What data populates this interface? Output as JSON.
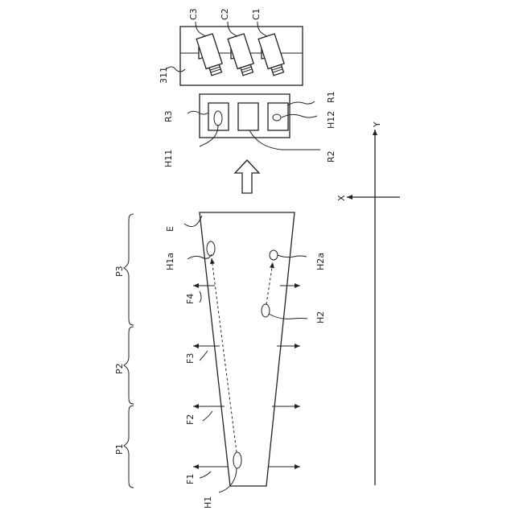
{
  "labels": {
    "c3": "C3",
    "c2": "C2",
    "c1": "C1",
    "l311": "311",
    "r3": "R3",
    "r1": "R1",
    "h12": "H12",
    "h11": "H11",
    "r2": "R2",
    "y": "Y",
    "x": "X",
    "e": "E",
    "p3": "P3",
    "p2": "P2",
    "p1": "P1",
    "h1a": "H1a",
    "h2a": "H2a",
    "f4": "F4",
    "h2": "H2",
    "f3": "F3",
    "f2": "F2",
    "f1": "F1",
    "h1": "H1"
  }
}
